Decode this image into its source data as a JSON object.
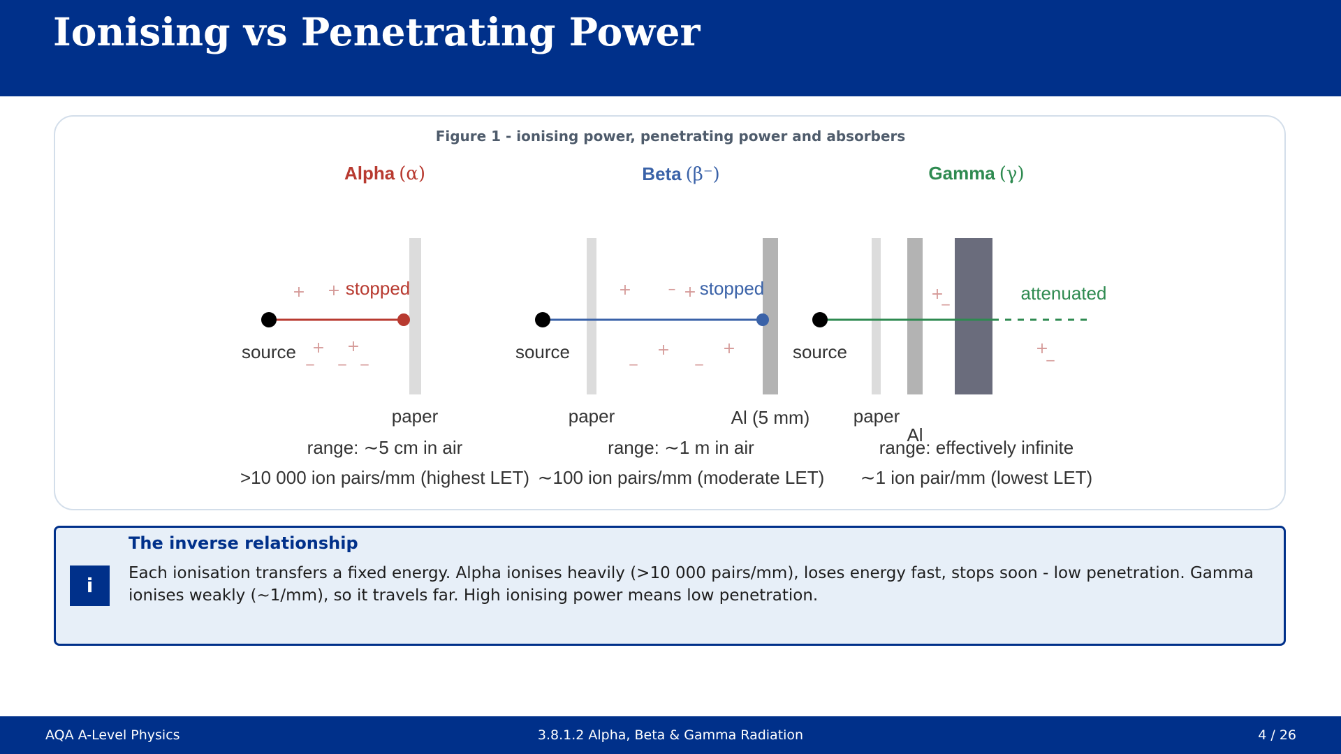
{
  "slide": {
    "title": "Ionising vs Penetrating Power"
  },
  "figure": {
    "caption": "Figure 1 - ionising power, penetrating power and absorbers",
    "columns": [
      {
        "name": "Alpha",
        "symbol": "(α)",
        "color": "#b83a30",
        "source_label": "source",
        "end_label": "stopped",
        "absorbers": [
          "paper"
        ],
        "range": "range: ∼5 cm in air",
        "ionisation": ">10 000 ion pairs/mm (highest LET)"
      },
      {
        "name": "Beta",
        "symbol": "(β⁻)",
        "color": "#3a62a8",
        "source_label": "source",
        "end_label": "stopped",
        "absorbers": [
          "paper",
          "Al (5 mm)"
        ],
        "range": "range: ∼1 m in air",
        "ionisation": "∼100 ion pairs/mm (moderate LET)"
      },
      {
        "name": "Gamma",
        "symbol": "(γ)",
        "color": "#2e8a50",
        "source_label": "source",
        "end_label": "attenuated",
        "absorbers": [
          "paper",
          "Al"
        ],
        "range": "range: effectively infinite",
        "ionisation": "∼1 ion pair/mm (lowest LET)"
      }
    ]
  },
  "info": {
    "icon": "i",
    "heading": "The inverse relationship",
    "text": "Each ionisation transfers a fixed energy. Alpha ionises heavily (>10 000 pairs/mm), loses energy fast, stops soon - low penetration. Gamma ionises weakly (~1/mm), so it travels far. High ionising power means low penetration."
  },
  "footer": {
    "left": "AQA A-Level Physics",
    "center": "3.8.1.2  Alpha, Beta & Gamma Radiation",
    "right": "4 / 26"
  },
  "colors": {
    "brand": "#00308a",
    "ion_marks": "#d59a98"
  }
}
